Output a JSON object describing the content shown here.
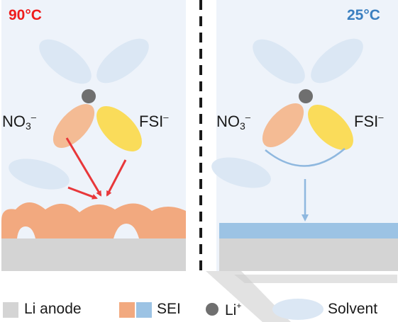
{
  "panels": {
    "left": {
      "temperature": "90°C",
      "temperature_color": "#ee1c1c",
      "sei_color": "#f2a97f"
    },
    "right": {
      "temperature": "25°C",
      "temperature_color": "#3a7fc0",
      "sei_color": "#9cc3e4"
    }
  },
  "labels": {
    "nitrate_base": "NO",
    "nitrate_sub": "3",
    "nitrate_charge": "–",
    "fsi_base": "FSI",
    "fsi_charge": "–"
  },
  "legend": {
    "anode": "Li anode",
    "sei": "SEI",
    "li_base": "Li",
    "li_charge": "+",
    "solvent": "Solvent"
  },
  "colors": {
    "anode": "#d4d4d4",
    "solvent": "#dbe7f4",
    "fsi": "#fadc5a",
    "nitrate": "#f4bb94",
    "li_ion": "#6f6f6f",
    "arrow_hot": "#e8373a",
    "arrow_cold": "#8fb8df"
  }
}
